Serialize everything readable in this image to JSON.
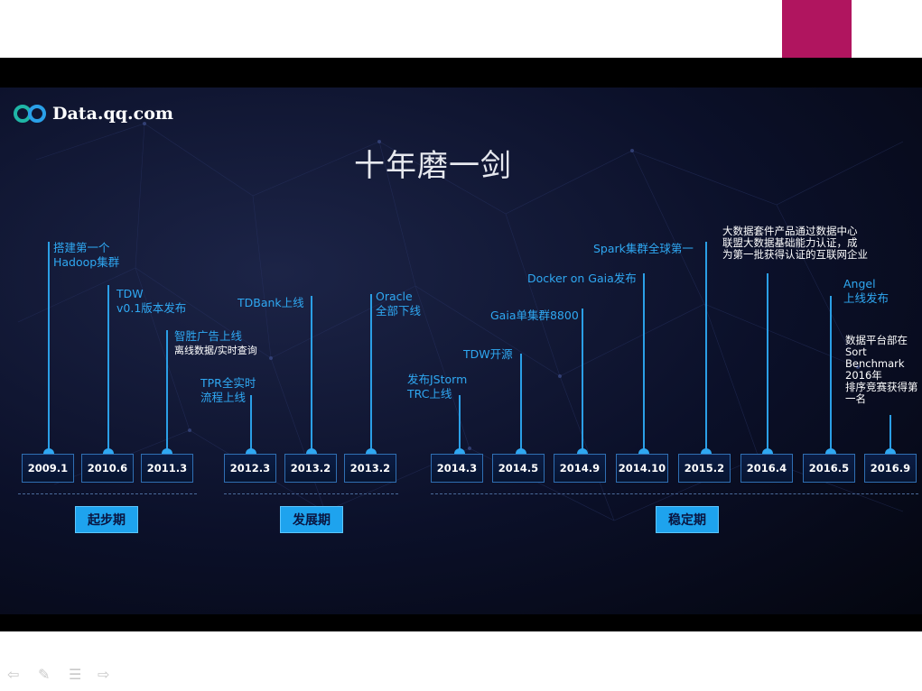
{
  "brand": {
    "logo_text": "Data.qq.com"
  },
  "slide_title": "十年磨一剑",
  "events": [
    {
      "date": "2009.1",
      "lines": [
        "搭建第一个",
        "Hadoop集群"
      ]
    },
    {
      "date": "2010.6",
      "lines": [
        "TDW",
        "v0.1版本发布"
      ]
    },
    {
      "date": "2011.3",
      "lines": [
        "智胜广告上线"
      ],
      "sub": "离线数据/实时查询"
    },
    {
      "date": "2012.3",
      "lines": [
        "TPR全实时",
        "流程上线"
      ]
    },
    {
      "date": "2013.2",
      "lines": [
        "TDBank上线"
      ]
    },
    {
      "date": "2013.2",
      "lines": [
        "Oracle",
        "全部下线"
      ]
    },
    {
      "date": "2014.3",
      "lines": [
        "发布JStorm",
        "TRC上线"
      ]
    },
    {
      "date": "2014.5",
      "lines": [
        "TDW开源"
      ]
    },
    {
      "date": "2014.9",
      "lines": [
        "Gaia单集群8800"
      ]
    },
    {
      "date": "2014.10",
      "lines": [
        "Docker on Gaia发布"
      ]
    },
    {
      "date": "2015.2",
      "lines": [
        "Spark集群全球第一"
      ]
    },
    {
      "date": "2016.4",
      "lines": [
        "大数据套件产品通过数据中心",
        "联盟大数据基础能力认证，成",
        "为第一批获得认证的互联网企业"
      ]
    },
    {
      "date": "2016.5",
      "lines": [
        "Angel",
        "上线发布"
      ]
    },
    {
      "date": "2016.9",
      "lines": [
        "数据平台部在",
        "Sort",
        "Benchmark",
        "2016年",
        "排序竞赛获得第",
        "一名"
      ]
    }
  ],
  "phases": [
    "起步期",
    "发展期",
    "稳定期"
  ],
  "colors": {
    "accent": "#2fa8f2",
    "magenta": "#b0155f",
    "phase_fill": "#1ea3ee"
  },
  "nav_icons": [
    "arrow-left-icon",
    "pen-icon",
    "menu-icon",
    "arrow-right-icon"
  ]
}
